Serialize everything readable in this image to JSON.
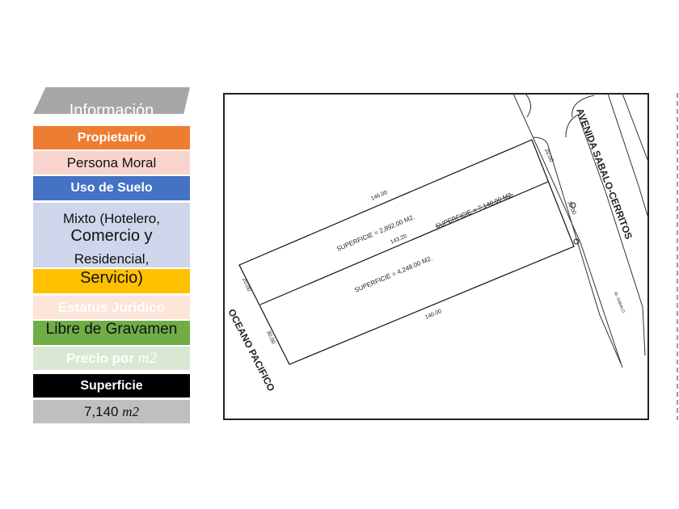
{
  "panel": {
    "header": "Información",
    "owner_label": "Propietario",
    "owner_value": "Persona Moral",
    "land_use_label": "Uso de Suelo",
    "land_use_lines": [
      "Mixto (Hotelero,",
      "Comercio y",
      "Residencial,",
      "Servicio)"
    ],
    "legal_label": "Estatus Jurídico",
    "legal_value": "Libre de Gravamen",
    "price_label": "Precio por",
    "price_unit": "m2",
    "area_label": "Superficie",
    "area_value": "7,140",
    "area_unit": "m2"
  },
  "plan": {
    "street": "AVENIDA SABALO-CERRITOS",
    "ocean": "OCEANO PACIFICO",
    "area_top": "SUPERFICIE = 2,892.00 M2.",
    "area_total": "SUPERFICIE = 7,140.00 M2.",
    "area_bottom": "SUPERFICIE = 4,248.00 M2.",
    "dim_top": "146.00",
    "dim_mid": "143.20",
    "dim_bottom": "140.00",
    "dim_left_top": "20.00",
    "dim_left_bottom": "30.00",
    "dim_right_top": "20.00",
    "dim_right_bottom": "30.00",
    "road_note": "AL SABALO"
  },
  "colors": {
    "orange": "#ed7d31",
    "blue": "#4472c4",
    "yellow": "#ffc000",
    "green": "#70ad47",
    "pink": "#f8d5cc",
    "lavender": "#cfd5ea",
    "peach": "#fce4d6",
    "mint": "#d9e8d2",
    "grey": "#bfbfbf"
  }
}
